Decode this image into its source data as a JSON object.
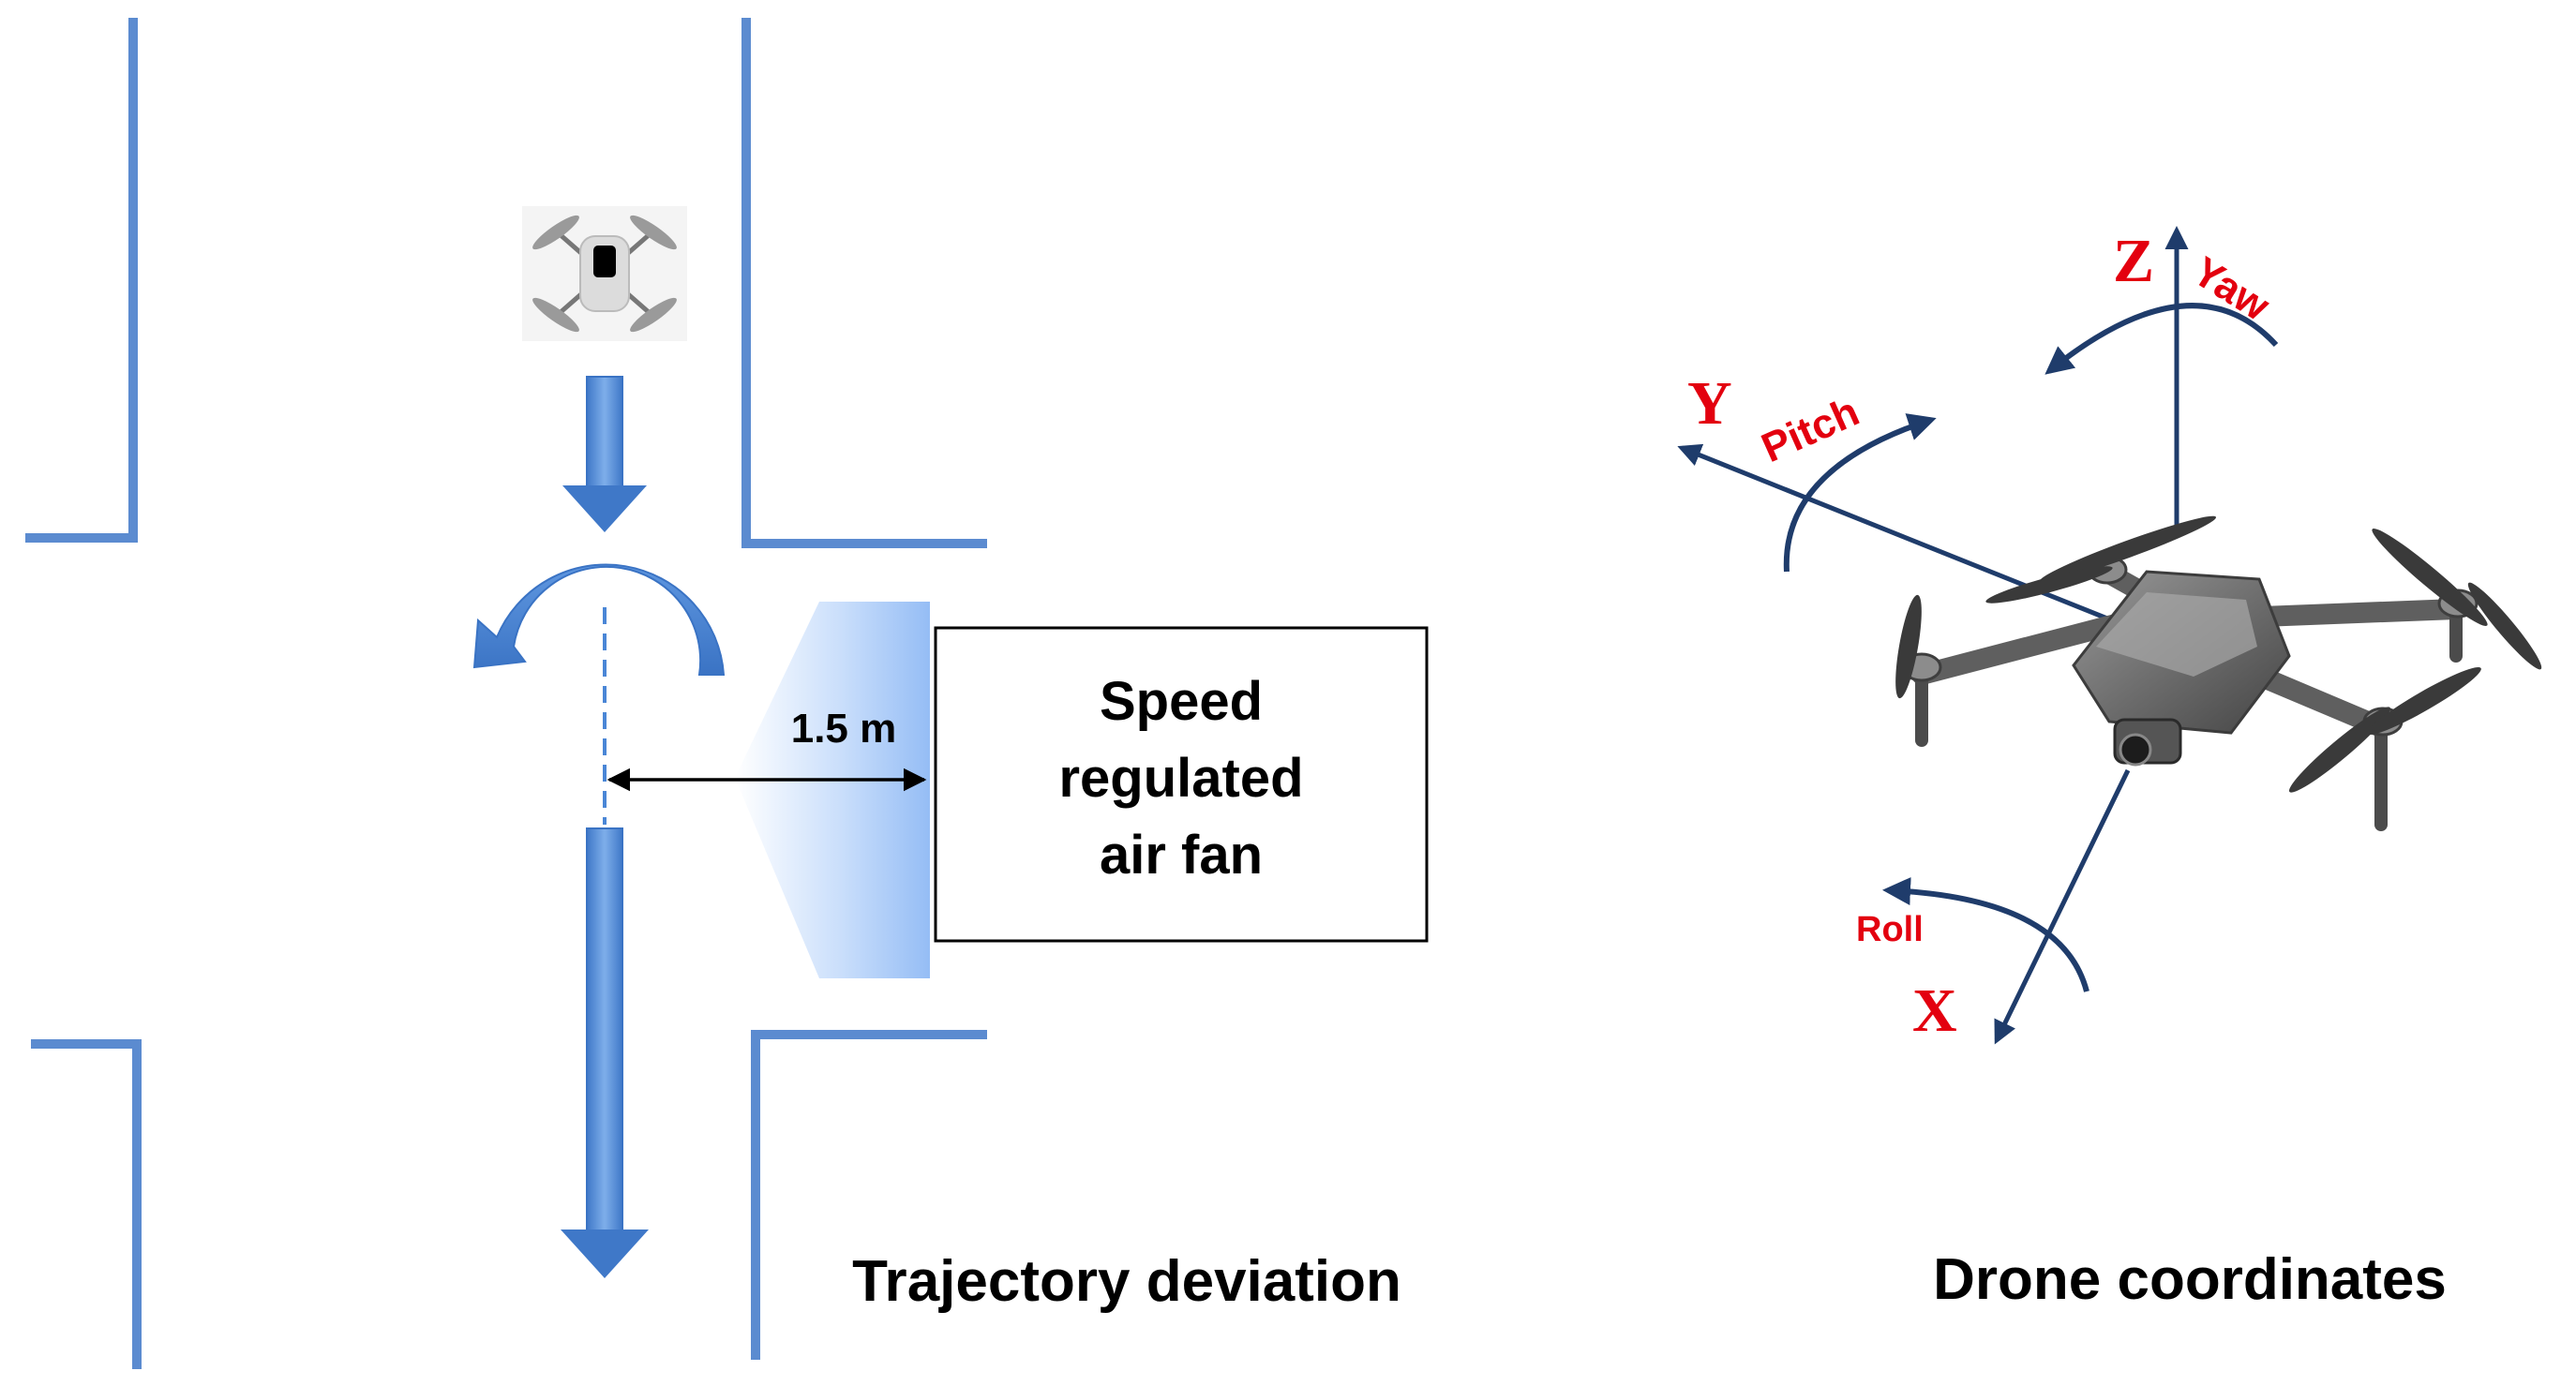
{
  "left_panel": {
    "caption": "Trajectory deviation",
    "distance_label": "1.5 m",
    "fan_label": {
      "line1": "Speed",
      "line2": "regulated",
      "line3": "air fan"
    }
  },
  "right_panel": {
    "caption": "Drone coordinates",
    "axes": {
      "x": "X",
      "y": "Y",
      "z": "Z"
    },
    "rotations": {
      "roll": "Roll",
      "pitch": "Pitch",
      "yaw": "Yaw"
    }
  },
  "colors": {
    "wall": "#5b8bd0",
    "arrow_blue": "#4a86d6",
    "fan_blue": "#9cc2f7",
    "axis_navy": "#1f3c6b",
    "label_red": "#e3000f"
  },
  "icons": {
    "small_drone": "quadcopter-top-view-icon",
    "large_drone": "quadcopter-perspective-icon"
  }
}
